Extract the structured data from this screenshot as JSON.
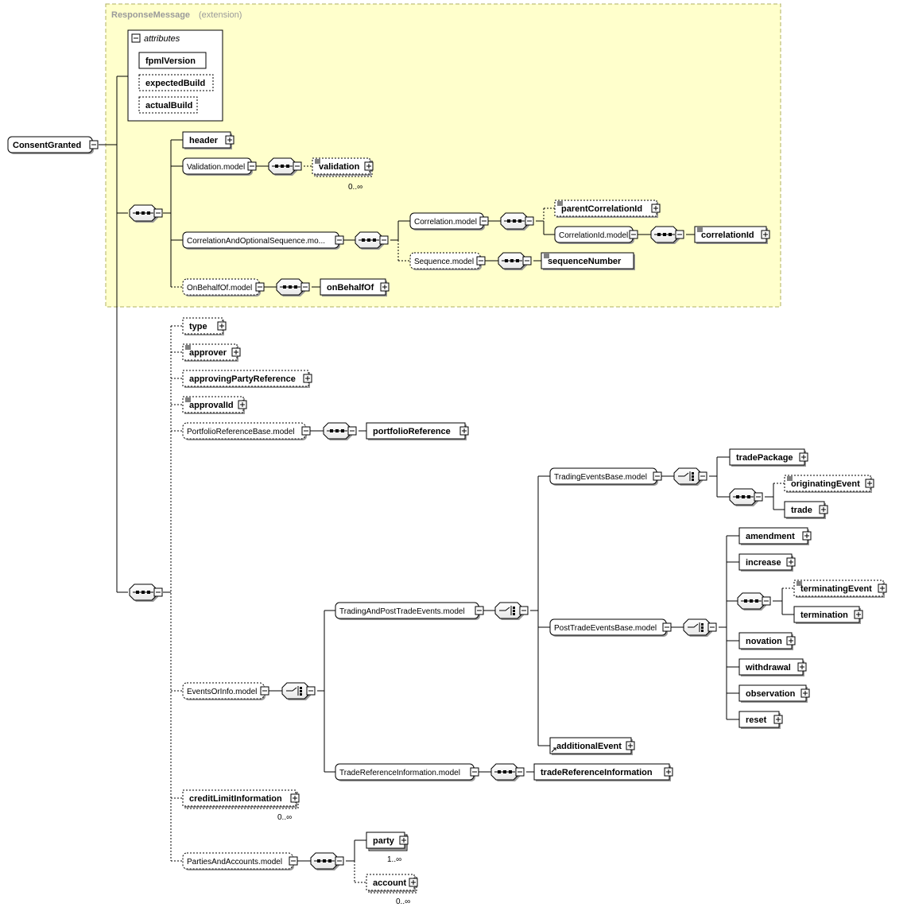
{
  "extension_box": {
    "title": "ResponseMessage",
    "subtitle": "(extension)",
    "fill_color": "#ffffcc",
    "border_color": "#b0b060"
  },
  "root": {
    "label": "ConsentGranted"
  },
  "attributes": {
    "title": "attributes",
    "items": [
      "fpmlVersion",
      "expectedBuild",
      "actualBuild"
    ]
  },
  "elements": {
    "header": "header",
    "validation_model": "Validation.model",
    "validation": "validation",
    "validation_card": "0..∞",
    "corr_opt_seq_model": "CorrelationAndOptionalSequence.mo...",
    "correlation_model": "Correlation.model",
    "parent_correlation_id": "parentCorrelationId",
    "correlation_id_model": "CorrelationId.model",
    "correlation_id": "correlationId",
    "sequence_model": "Sequence.model",
    "sequence_number": "sequenceNumber",
    "on_behalf_of_model": "OnBehalfOf.model",
    "on_behalf_of": "onBehalfOf",
    "type": "type",
    "approver": "approver",
    "approving_party_reference": "approvingPartyReference",
    "approval_id": "approvalId",
    "portfolio_reference_base_model": "PortfolioReferenceBase.model",
    "portfolio_reference": "portfolioReference",
    "events_or_info_model": "EventsOrInfo.model",
    "trading_and_post_trade_events_model": "TradingAndPostTradeEvents.model",
    "trading_events_base_model": "TradingEventsBase.model",
    "trade_package": "tradePackage",
    "originating_event": "originatingEvent",
    "trade": "trade",
    "post_trade_events_base_model": "PostTradeEventsBase.model",
    "amendment": "amendment",
    "increase": "increase",
    "terminating_event": "terminatingEvent",
    "termination": "termination",
    "novation": "novation",
    "withdrawal": "withdrawal",
    "observation": "observation",
    "reset": "reset",
    "additional_event": "additionalEvent",
    "trade_reference_information_model": "TradeReferenceInformation.model",
    "trade_reference_information": "tradeReferenceInformation",
    "credit_limit_information": "creditLimitInformation",
    "credit_limit_card": "0..∞",
    "parties_and_accounts_model": "PartiesAndAccounts.model",
    "party": "party",
    "party_card": "1..∞",
    "account": "account",
    "account_card": "0..∞"
  }
}
